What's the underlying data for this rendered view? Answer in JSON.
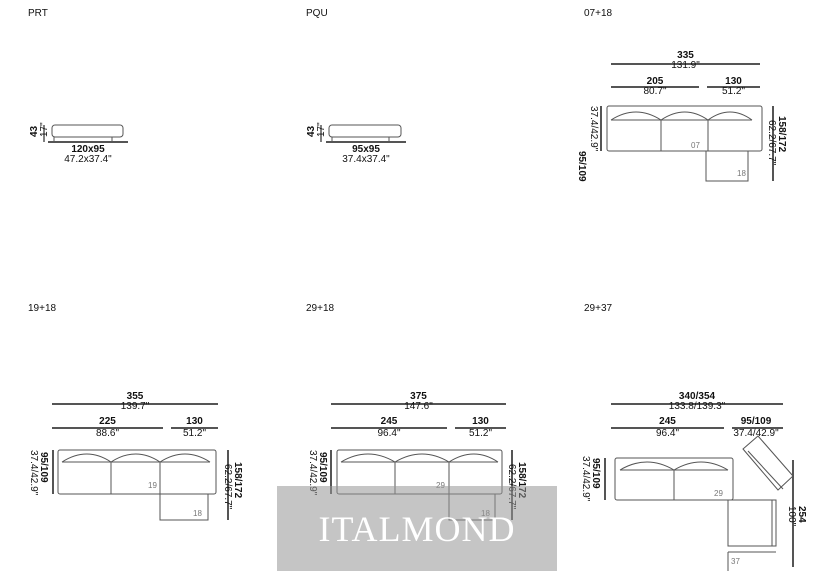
{
  "panels": {
    "prt": {
      "title": "PRT",
      "height_cm": "43",
      "height_in": "17\"",
      "size_cm": "120x95",
      "size_in": "47.2x37.4\""
    },
    "pqu": {
      "title": "PQU",
      "height_cm": "43",
      "height_in": "17\"",
      "size_cm": "95x95",
      "size_in": "37.4x37.4\""
    },
    "p0718": {
      "title": "07+18",
      "total_cm": "335",
      "total_in": "131.9\"",
      "left_cm": "205",
      "left_in": "80.7\"",
      "right_cm": "130",
      "right_in": "51.2\"",
      "depth_cm": "95/109",
      "depth_in": "37.4/42.9\"",
      "chaise_cm": "158/172",
      "chaise_in": "62.2/67.7\"",
      "module_a": "07",
      "module_b": "18"
    },
    "p1918": {
      "title": "19+18",
      "total_cm": "355",
      "total_in": "139.7\"",
      "left_cm": "225",
      "left_in": "88.6\"",
      "right_cm": "130",
      "right_in": "51.2\"",
      "depth_cm": "95/109",
      "depth_in": "37.4/42.9\"",
      "chaise_cm": "158/172",
      "chaise_in": "62.2/67.7\"",
      "module_a": "19",
      "module_b": "18"
    },
    "p2918": {
      "title": "29+18",
      "total_cm": "375",
      "total_in": "147.6\"",
      "left_cm": "245",
      "left_in": "96.4\"",
      "right_cm": "130",
      "right_in": "51.2\"",
      "depth_cm": "95/109",
      "depth_in": "37.4/42.9\"",
      "chaise_cm": "158/172",
      "chaise_in": "62.2/67.7\"",
      "module_a": "29",
      "module_b": "18"
    },
    "p2937": {
      "title": "29+37",
      "total_cm": "340/354",
      "total_in": "133.8/139.3\"",
      "left_cm": "245",
      "left_in": "96.4\"",
      "right_cm": "95/109",
      "right_in": "37.4/42.9\"",
      "depth_cm": "95/109",
      "depth_in": "37.4/42.9\"",
      "corner_cm": "254",
      "corner_in": "100\"",
      "module_a": "29",
      "module_b": "37"
    }
  },
  "watermark": "ITALMOND",
  "colors": {
    "line": "#555555",
    "dim_line": "#666666",
    "watermark_bg": "#969696"
  }
}
